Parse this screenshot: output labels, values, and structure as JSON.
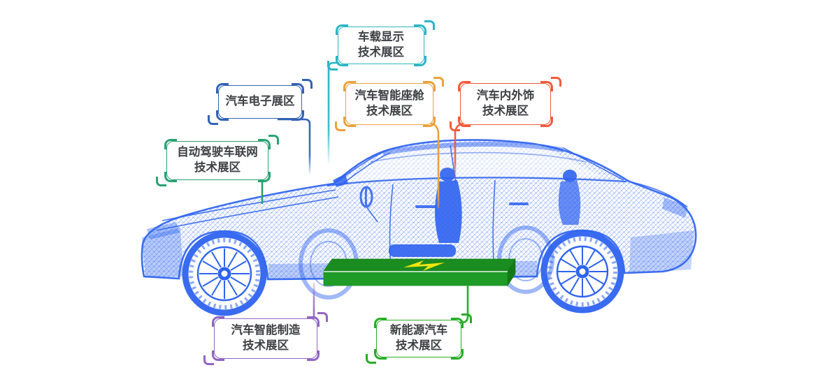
{
  "diagram": {
    "description_names": {
      "car": "wireframe-car",
      "battery": "battery-pack",
      "bolt": "lightning-bolt"
    }
  },
  "car": {
    "color": "#2e63f0"
  },
  "battery": {
    "top_color": "#1b8c1f",
    "front_color": "#1f9c28",
    "side_color": "#147a18",
    "edge_color": "#15811a",
    "bolt_color": "#f2e50c"
  },
  "zones": [
    {
      "id": "vehicle-display",
      "line1": "车载显示",
      "line2": "技术展区",
      "color": "#2cb5c4"
    },
    {
      "id": "auto-electronics",
      "line1": "汽车电子展区",
      "line2": "",
      "color": "#3263b4"
    },
    {
      "id": "smart-cockpit",
      "line1": "汽车智能座舱",
      "line2": "技术展区",
      "color": "#eba13c"
    },
    {
      "id": "interior-exterior",
      "line1": "汽车内外饰",
      "line2": "技术展区",
      "color": "#f05b3c"
    },
    {
      "id": "autonomous-driving",
      "line1": "自动驾驶车联网",
      "line2": "技术展区",
      "color": "#2aa171"
    },
    {
      "id": "smart-manufacturing",
      "line1": "汽车智能制造",
      "line2": "技术展区",
      "color": "#9065c2"
    },
    {
      "id": "new-energy",
      "line1": "新能源汽车",
      "line2": "技术展区",
      "color": "#27ad27"
    }
  ]
}
